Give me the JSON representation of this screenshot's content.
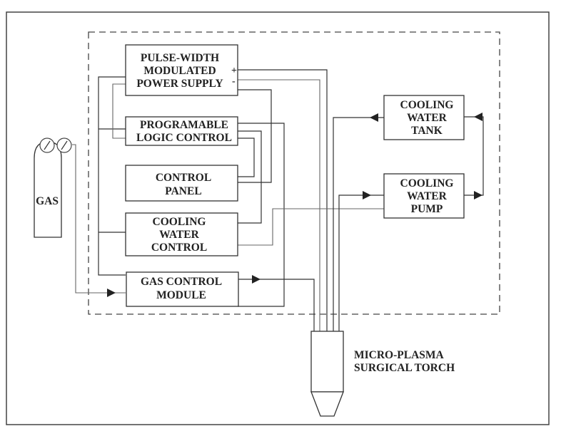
{
  "diagram": {
    "type": "block-diagram",
    "subject": "Micro-plasma surgical system",
    "blocks": {
      "power_supply": {
        "lines": [
          "PULSE-WIDTH",
          "MODULATED",
          "POWER SUPPLY"
        ],
        "terminals": {
          "positive": "+",
          "negative": "-"
        }
      },
      "plc": {
        "lines": [
          "PROGRAMABLE",
          "LOGIC CONTROL"
        ]
      },
      "control_panel": {
        "lines": [
          "CONTROL",
          "PANEL"
        ]
      },
      "cooling_water_control": {
        "lines": [
          "COOLING",
          "WATER",
          "CONTROL"
        ]
      },
      "gas_control_module": {
        "lines": [
          "GAS CONTROL",
          "MODULE"
        ]
      },
      "cooling_water_tank": {
        "lines": [
          "COOLING",
          "WATER",
          "TANK"
        ]
      },
      "cooling_water_pump": {
        "lines": [
          "COOLING",
          "WATER",
          "PUMP"
        ]
      },
      "gas_cylinder": {
        "label": "GAS"
      },
      "torch": {
        "lines": [
          "MICRO-PLASMA",
          "SURGICAL TORCH"
        ]
      }
    },
    "connections": [
      {
        "from": "gas_cylinder",
        "to": "gas_control_module",
        "directed": true
      },
      {
        "from": "gas_control_module",
        "to": "torch",
        "directed": true
      },
      {
        "from": "power_supply",
        "to": "torch",
        "terminal": "+"
      },
      {
        "from": "power_supply",
        "to": "torch",
        "terminal": "-"
      },
      {
        "from": "cooling_water_tank",
        "to": "torch",
        "directed": true
      },
      {
        "from": "torch",
        "to": "cooling_water_pump",
        "directed": true
      },
      {
        "from": "cooling_water_pump",
        "to": "cooling_water_tank",
        "directed": true
      },
      {
        "from": "plc",
        "to": "power_supply"
      },
      {
        "from": "plc",
        "to": "control_panel"
      },
      {
        "from": "plc",
        "to": "cooling_water_control"
      },
      {
        "from": "plc",
        "to": "gas_control_module"
      },
      {
        "from": "cooling_water_control",
        "to": "cooling_water_pump"
      }
    ]
  }
}
